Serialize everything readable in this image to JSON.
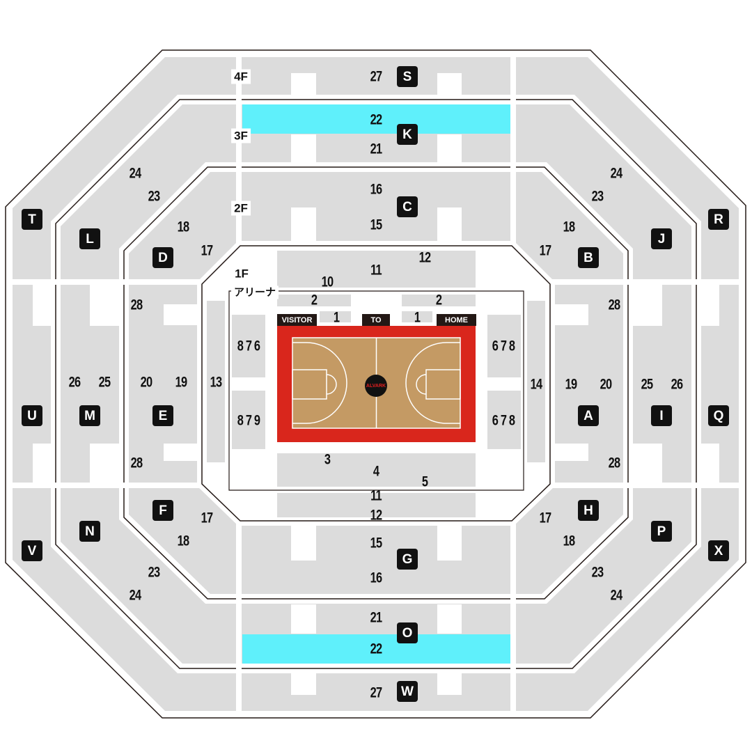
{
  "floors": {
    "f4": "4F",
    "f3": "3F",
    "f2": "2F",
    "f1": "1F",
    "arena": "アリーナ"
  },
  "bench": {
    "visitor": "VISITOR",
    "to": "TO",
    "home": "HOME"
  },
  "logo_text": "ALVARK",
  "sections": [
    "S",
    "K",
    "C",
    "T",
    "L",
    "D",
    "J",
    "R",
    "B",
    "U",
    "M",
    "E",
    "A",
    "I",
    "Q",
    "V",
    "N",
    "F",
    "H",
    "P",
    "X",
    "G",
    "O",
    "W"
  ],
  "numbers": [
    "27",
    "22",
    "21",
    "16",
    "15",
    "11",
    "12",
    "10",
    "2",
    "2",
    "1",
    "1",
    "8 7 6",
    "8 7 9",
    "6 7 8",
    "6 7 8",
    "13",
    "14",
    "3",
    "4",
    "5",
    "11",
    "12",
    "15",
    "16",
    "21",
    "22",
    "27",
    "24",
    "23",
    "18",
    "17",
    "28",
    "26",
    "25",
    "20",
    "19",
    "28",
    "17",
    "18",
    "23",
    "24",
    "24",
    "23",
    "18",
    "17",
    "28",
    "19",
    "20",
    "25",
    "26",
    "28",
    "17",
    "18",
    "23",
    "24"
  ],
  "colors": {
    "seat": "#dcdcdc",
    "highlight": "#5ff0fb",
    "court": "#c49a64",
    "court_border": "#d9261c",
    "line": "#231815"
  }
}
